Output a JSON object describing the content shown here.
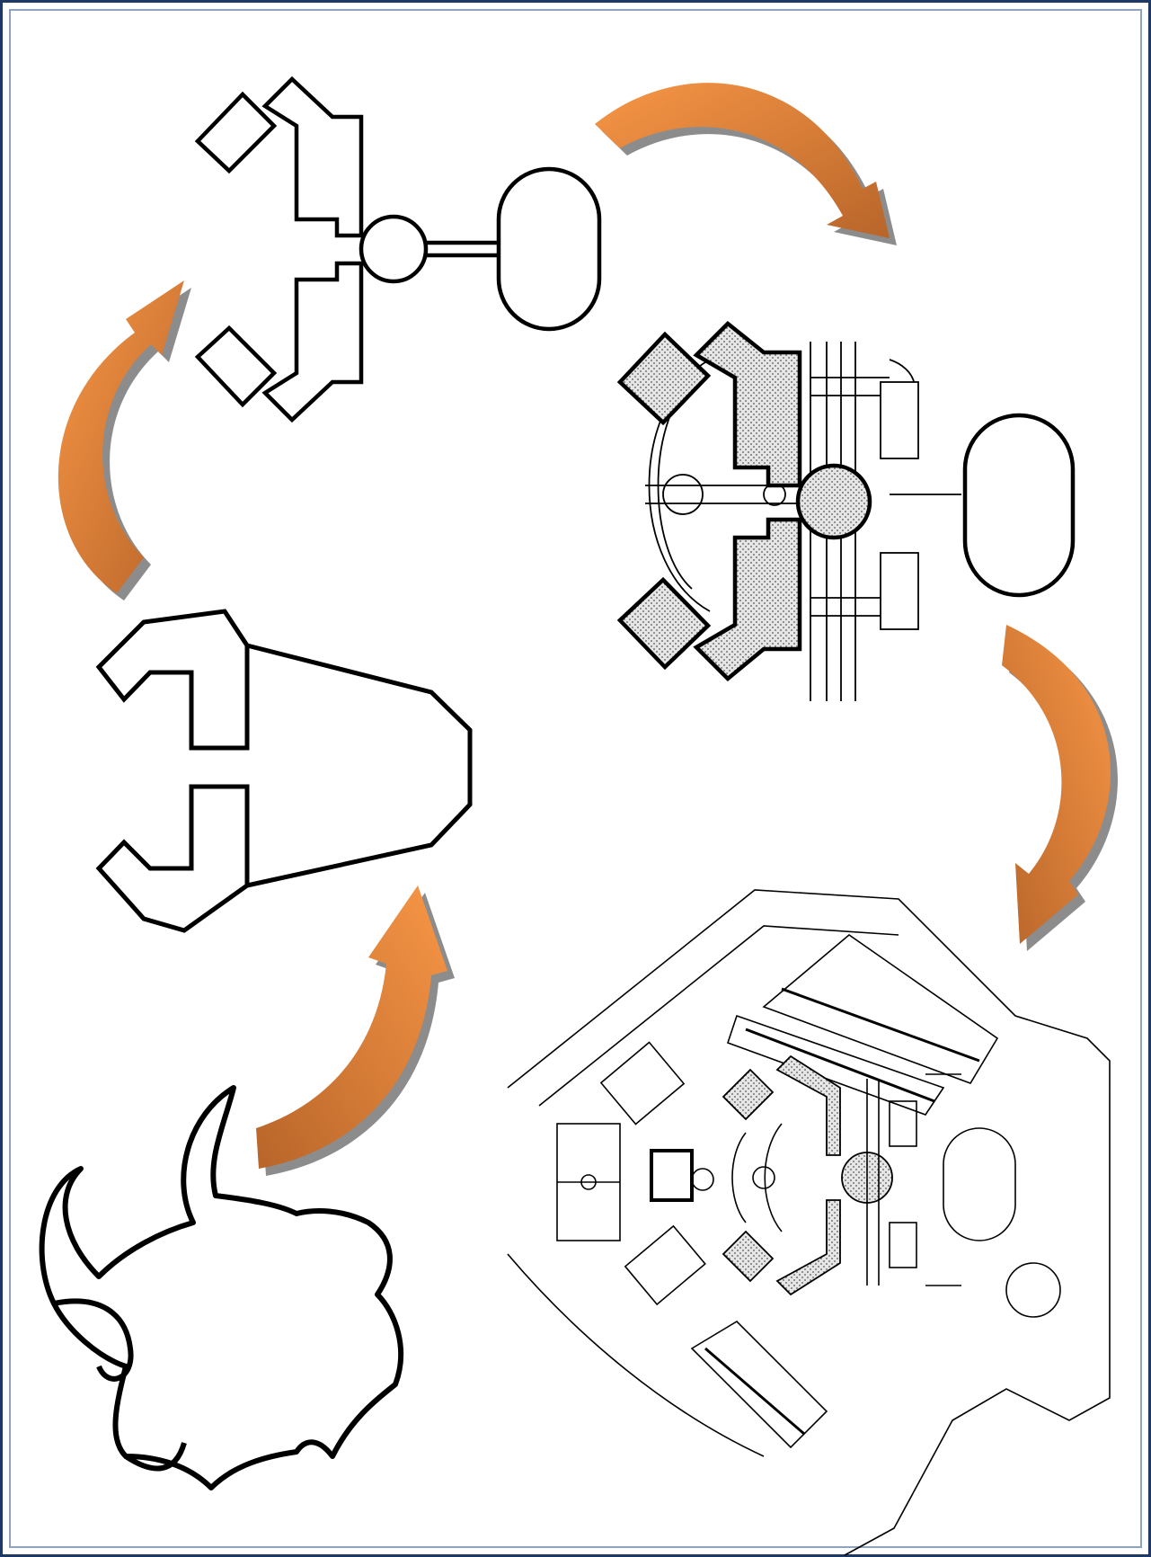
{
  "colors": {
    "frame_outer": "#1f3864",
    "frame_inner": "#8fa3bf",
    "arrow_light": "#f79646",
    "arrow_dark": "#c0692a",
    "arrow_shadow": "#8c8c8c",
    "outline": "#000000",
    "stipple": "#d9d9d9"
  },
  "stages": [
    {
      "id": "bull-head-silhouette",
      "icon": "bull-head-icon"
    },
    {
      "id": "abstracted-head-shape",
      "icon": "abstract-plan-icon"
    },
    {
      "id": "schematic-plan",
      "icon": "schematic-plan-icon"
    },
    {
      "id": "developed-plan",
      "icon": "developed-plan-icon"
    },
    {
      "id": "site-plan",
      "icon": "site-plan-icon"
    }
  ]
}
